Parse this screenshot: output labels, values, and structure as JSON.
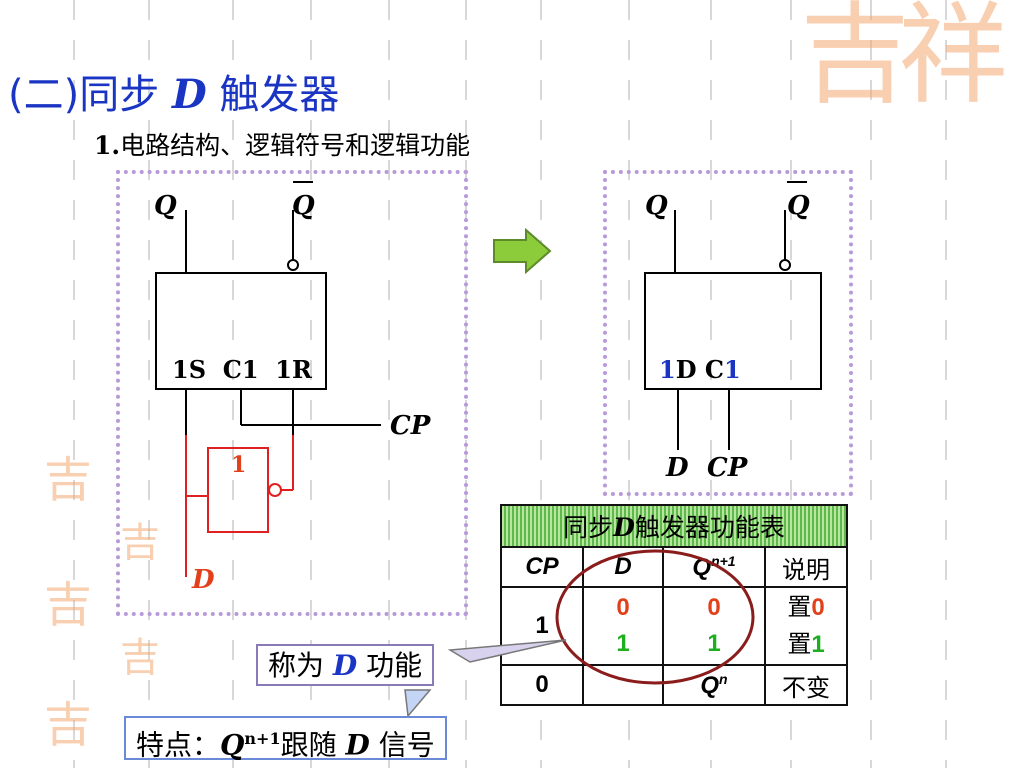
{
  "title": {
    "prefix": "(二)同步",
    "italic": "D",
    "suffix": "触发器"
  },
  "subtitle": {
    "num": "1.",
    "text": "电路结构、逻辑符号和逻辑功能"
  },
  "left_circuit": {
    "q": "Q",
    "qbar": "Q",
    "pins": "1S  C1  1R",
    "cp": "CP",
    "gate": "1",
    "d": "D"
  },
  "right_symbol": {
    "q": "Q",
    "qbar": "Q",
    "pin1_num": "1",
    "pin1_letter": "D",
    "pin2_letter": " C",
    "pin2_num": "1",
    "d": "D",
    "cp": "CP"
  },
  "table": {
    "caption_pre": "同步",
    "caption_italic": "D",
    "caption_post": "触发器功能表",
    "headers": {
      "cp": "CP",
      "d": "D",
      "q": "Q",
      "q_sup": "n+1",
      "desc": "说明"
    },
    "rows": [
      {
        "cp": "1",
        "d1": "0",
        "d2": "1",
        "q1": "0",
        "q2": "1",
        "desc1_pre": "置",
        "desc1_val": "0",
        "desc2_pre": "置",
        "desc2_val": "1"
      },
      {
        "cp": "0",
        "d": "",
        "q": "Q",
        "q_sup": "n",
        "desc": "不变"
      }
    ]
  },
  "callout1": {
    "pre": "称为",
    "italic": "D",
    "post": "功能"
  },
  "callout2": {
    "pre": "特点：",
    "q": "Q",
    "sup": "n+1",
    "mid": "跟随",
    "d": "D",
    "post": "信号"
  },
  "decoration": {
    "main": "吉祥",
    "seal": "吉"
  },
  "colors": {
    "title_blue": "#1a35c4",
    "red": "#e2401a",
    "green": "#1fae1f",
    "frame_purple": "#b89ad8",
    "ellipse": "#8b1c1c",
    "arrow_green": "#8ccc3a"
  }
}
